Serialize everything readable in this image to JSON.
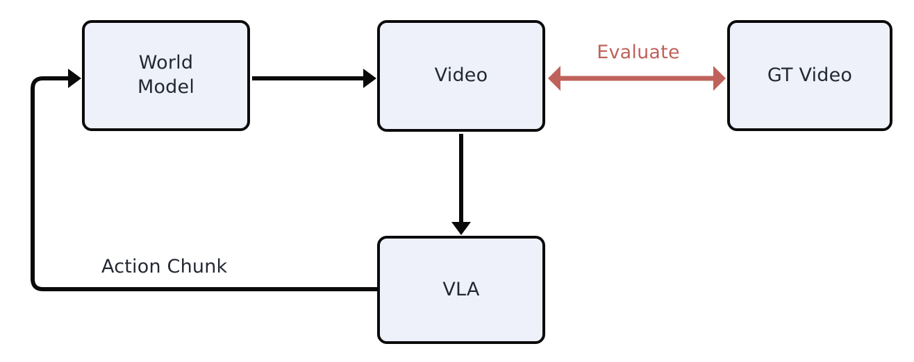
{
  "diagram": {
    "type": "flowchart",
    "title": "World model / VLA closed-loop evaluation diagram",
    "background_color": "#ffffff",
    "nodes": [
      {
        "id": "world-model",
        "label": "World\nModel",
        "shape": "rounded-rectangle",
        "fill_color": "#eef1fa",
        "border_color": "#0a0a0a",
        "text_color": "#232833"
      },
      {
        "id": "video",
        "label": "Video",
        "shape": "rounded-rectangle",
        "fill_color": "#eef1fa",
        "border_color": "#0a0a0a",
        "text_color": "#232833"
      },
      {
        "id": "gt-video",
        "label": "GT Video",
        "shape": "rounded-rectangle",
        "fill_color": "#eef1fa",
        "border_color": "#0a0a0a",
        "text_color": "#232833"
      },
      {
        "id": "vla",
        "label": "VLA",
        "shape": "rounded-rectangle",
        "fill_color": "#eef1fa",
        "border_color": "#0a0a0a",
        "text_color": "#232833"
      }
    ],
    "edges": [
      {
        "id": "world-model-to-video",
        "from": "world-model",
        "to": "video",
        "label": "",
        "color": "#0a0a0a",
        "arrowheads": "end",
        "style": "straight-horizontal"
      },
      {
        "id": "video-to-gt-video",
        "from": "video",
        "to": "gt-video",
        "label": "Evaluate",
        "color": "#c0625c",
        "arrowheads": "both",
        "style": "straight-horizontal"
      },
      {
        "id": "video-to-vla",
        "from": "video",
        "to": "vla",
        "label": "",
        "color": "#0a0a0a",
        "arrowheads": "end",
        "style": "straight-vertical"
      },
      {
        "id": "vla-to-world-model",
        "from": "vla",
        "to": "world-model",
        "label": "Action Chunk",
        "color": "#0a0a0a",
        "arrowheads": "end",
        "style": "elbow-feedback-loop"
      }
    ]
  },
  "labels": {
    "evaluate": "Evaluate",
    "action_chunk": "Action Chunk"
  },
  "colors": {
    "node_fill": "#eef1fa",
    "node_border": "#0a0a0a",
    "node_text": "#232833",
    "edge_black": "#0a0a0a",
    "edge_red": "#c0625c",
    "background": "#ffffff"
  }
}
